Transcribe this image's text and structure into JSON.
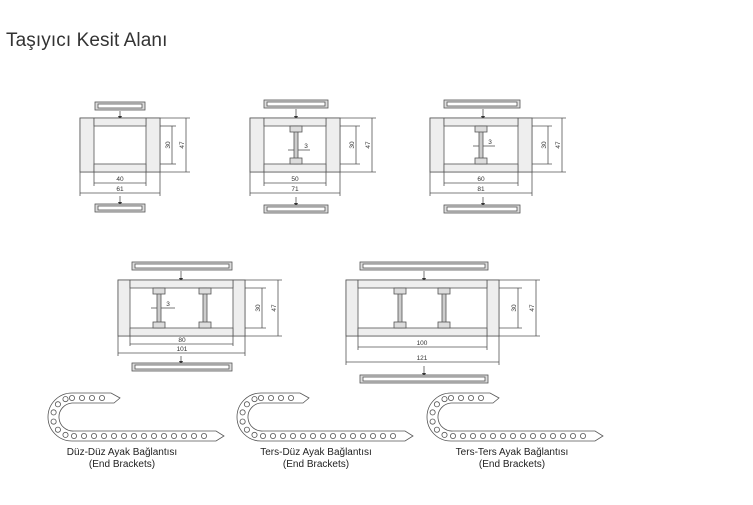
{
  "title": "Taşıyıcı Kesit Alanı",
  "sections": [
    {
      "id": "s1",
      "inner_width": "40",
      "outer_width": "61",
      "inner_height": "30",
      "outer_height": "47"
    },
    {
      "id": "s2",
      "inner_width": "50",
      "outer_width": "71",
      "inner_height": "30",
      "outer_height": "47",
      "divider": "3"
    },
    {
      "id": "s3",
      "inner_width": "60",
      "outer_width": "81",
      "inner_height": "30",
      "outer_height": "47",
      "divider": "3"
    },
    {
      "id": "s4",
      "inner_width": "80",
      "outer_width": "101",
      "inner_height": "30",
      "outer_height": "47",
      "divider": "3"
    },
    {
      "id": "s5",
      "inner_width": "100",
      "outer_width": "121",
      "inner_height": "30",
      "outer_height": "47"
    }
  ],
  "brackets": [
    {
      "name": "Düz-Düz Ayak Bağlantısı",
      "sub": "(End Brackets)"
    },
    {
      "name": "Ters-Düz Ayak Bağlantısı",
      "sub": "(End Brackets)"
    },
    {
      "name": "Ters-Ters Ayak Bağlantısı",
      "sub": "(End Brackets)"
    }
  ]
}
